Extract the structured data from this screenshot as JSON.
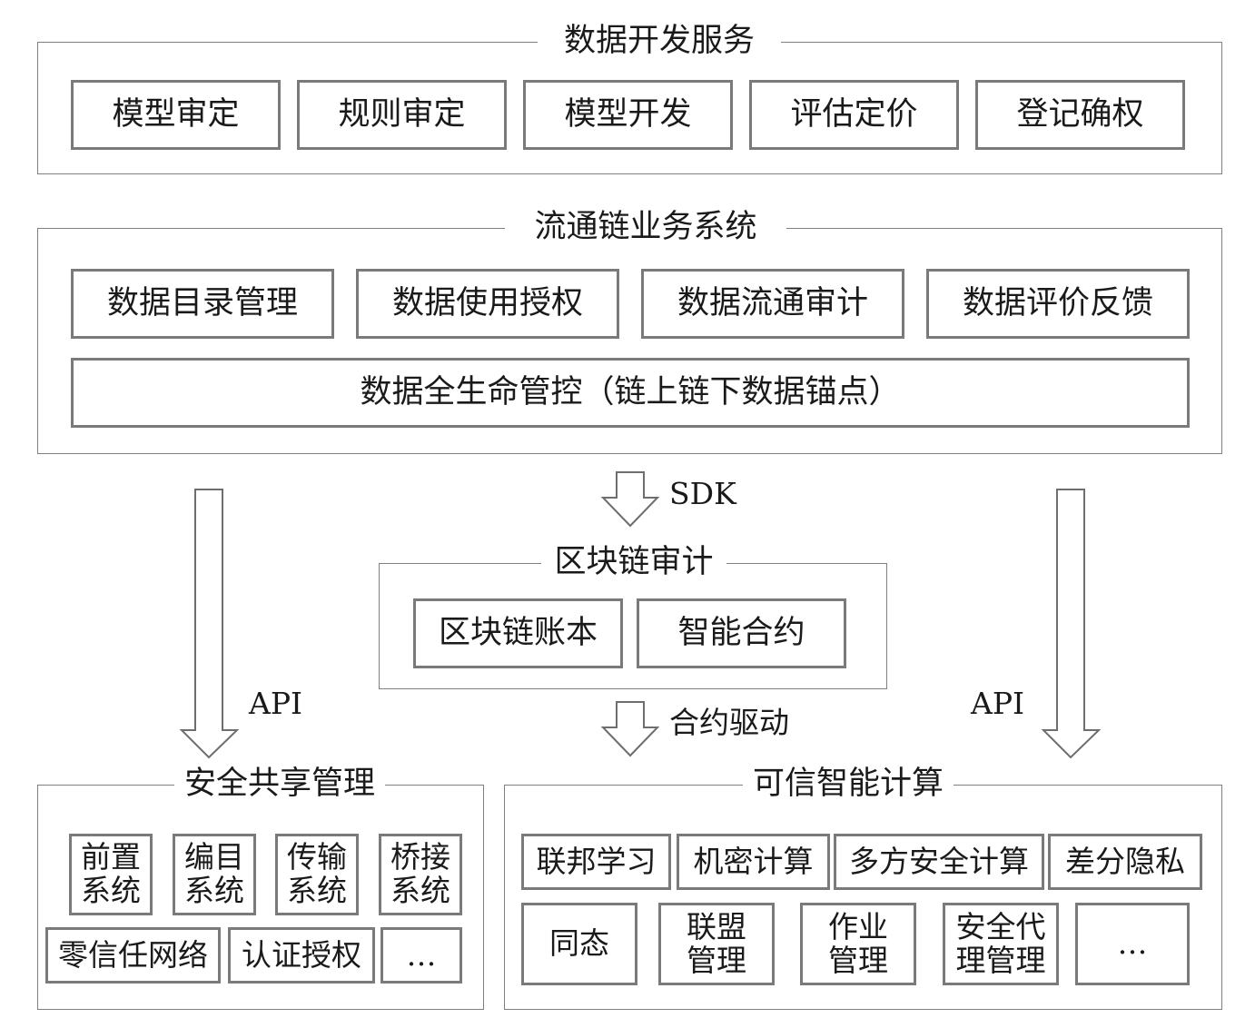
{
  "data_dev_service": {
    "title": "数据开发服务",
    "items": [
      "模型审定",
      "规则审定",
      "模型开发",
      "评估定价",
      "登记确权"
    ]
  },
  "business_system": {
    "title": "流通链业务系统",
    "items": [
      "数据目录管理",
      "数据使用授权",
      "数据流通审计",
      "数据评价反馈"
    ],
    "lifecycle": "数据全生命管控（链上链下数据锚点）"
  },
  "connectors": {
    "sdk": "SDK",
    "api_left": "API",
    "api_right": "API",
    "contract_driven": "合约驱动"
  },
  "blockchain_audit": {
    "title": "区块链审计",
    "items": [
      "区块链账本",
      "智能合约"
    ]
  },
  "secure_sharing": {
    "title": "安全共享管理",
    "items": [
      "前置\n系统",
      "编目\n系统",
      "传输\n系统",
      "桥接\n系统",
      "零信任网络",
      "认证授权",
      "…"
    ]
  },
  "trusted_computing": {
    "title": "可信智能计算",
    "items": [
      "联邦学习",
      "机密计算",
      "多方安全计算",
      "差分隐私",
      "同态",
      "联盟\n管理",
      "作业\n管理",
      "安全代\n理管理",
      "…"
    ]
  }
}
